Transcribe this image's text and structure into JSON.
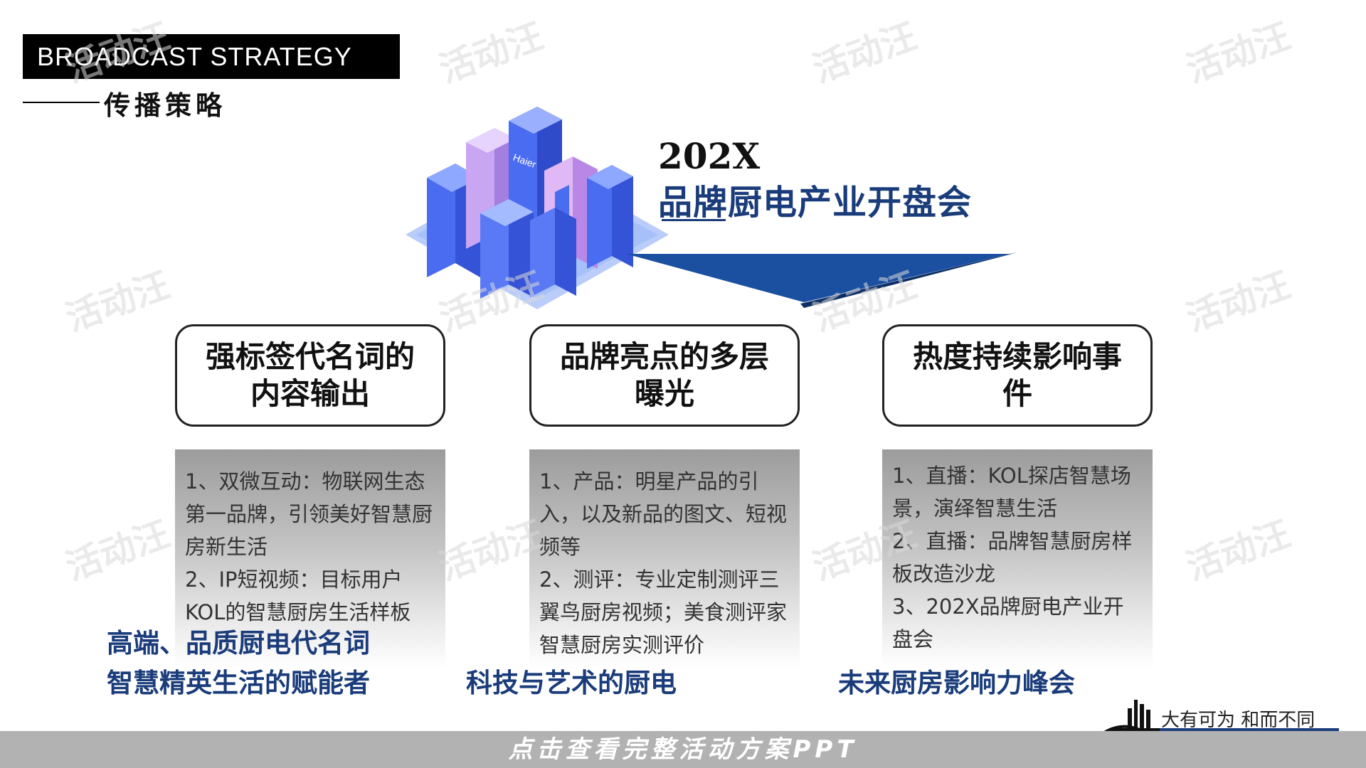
{
  "header": {
    "title_en": "BROADCAST STRATEGY",
    "title_cn": "传播策略"
  },
  "event": {
    "year": "202X",
    "title": "品牌厨电产业开盘会",
    "building_logo": "Haier"
  },
  "pillars": [
    {
      "title": "强标签代名词的内容输出",
      "lines": [
        "1、双微互动：物联网生态第一品牌，引领美好智慧厨房新生活",
        "2、IP短视频：目标用户KOL的智慧厨房生活样板"
      ],
      "taglines": [
        "高端、品质厨电代名词",
        "智慧精英生活的赋能者"
      ]
    },
    {
      "title": "品牌亮点的多层曝光",
      "lines": [
        "1、产品：明星产品的引入，以及新品的图文、短视频等",
        "2、测评：专业定制测评三翼鸟厨房视频；美食测评家智慧厨房实测评价"
      ],
      "taglines": [
        "科技与艺术的厨电"
      ]
    },
    {
      "title": "热度持续影响事件",
      "lines": [
        "1、直播：KOL探店智慧场景，演绎智慧生活",
        "2、直播：品牌智慧厨房样板改造沙龙",
        "3、202X品牌厨电产业开盘会"
      ],
      "taglines": [
        "未来厨房影响力峰会"
      ]
    }
  ],
  "footer": {
    "cta": "点击查看完整活动方案PPT",
    "slogan": "大有可为 和而不同"
  },
  "watermark_text": "活动汪",
  "colors": {
    "navy": "#1a3c7a",
    "chevron_blue": "#1b4fa0",
    "building_blue": "#4a6cf0",
    "building_pink": "#c8a6f2",
    "footer_gray": "#b2b2b2"
  }
}
